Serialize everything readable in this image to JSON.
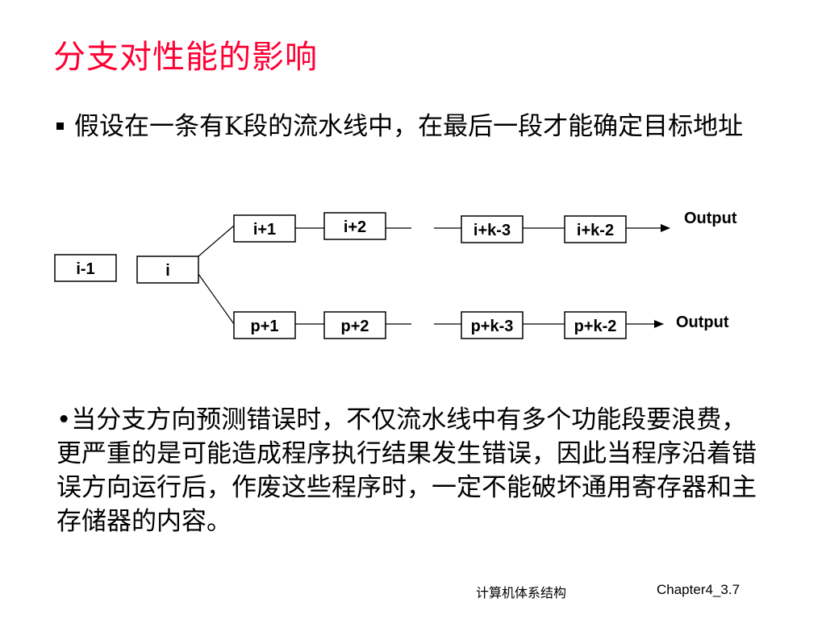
{
  "slide": {
    "title": "分支对性能的影响",
    "bullet1": "假设在一条有K段的流水线中，在最后一段才能确定目标地址",
    "bullet2": "•当分支方向预测错误时，不仅流水线中有多个功能段要浪费，更严重的是可能造成程序执行结果发生错误，因此当程序沿着错误方向运行后，作废这些程序时，一定不能破坏通用寄存器和主存储器的内容。",
    "footer_left": "计算机体系结构",
    "footer_right": "Chapter4_3.7"
  },
  "diagram": {
    "nodes": [
      {
        "id": "im1",
        "label": "i-1"
      },
      {
        "id": "i",
        "label": "i"
      },
      {
        "id": "i1",
        "label": "i+1"
      },
      {
        "id": "i2",
        "label": "i+2"
      },
      {
        "id": "ik3",
        "label": "i+k-3"
      },
      {
        "id": "ik2",
        "label": "i+k-2"
      },
      {
        "id": "p1",
        "label": "p+1"
      },
      {
        "id": "p2",
        "label": "p+2"
      },
      {
        "id": "pk3",
        "label": "p+k-3"
      },
      {
        "id": "pk2",
        "label": "p+k-2"
      }
    ],
    "outputs": [
      {
        "id": "out_top",
        "label": "Output"
      },
      {
        "id": "out_bottom",
        "label": "Output"
      }
    ]
  }
}
